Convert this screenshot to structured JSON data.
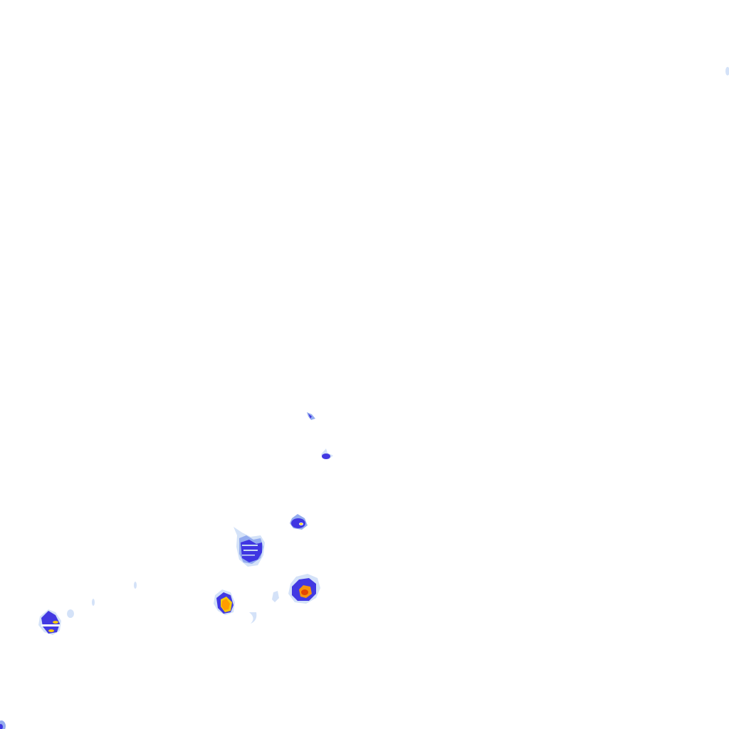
{
  "map": {
    "kind": "precipitation-radar-overlay",
    "background_color": "#ffffff",
    "color_scale": {
      "very_light": "#c6d8f5",
      "light": "#8fa8ee",
      "moderate": "#3a2fe0",
      "heavy": "#1e10c8",
      "very_heavy": "#ff9a00",
      "intense": "#ffd200",
      "extreme": "#e04000"
    },
    "cells": [
      {
        "id": "cell-top-right-edge",
        "intensity": "very_light"
      },
      {
        "id": "cell-north-small",
        "intensity": "light"
      },
      {
        "id": "cell-north-2",
        "intensity": "moderate"
      },
      {
        "id": "cell-center-small",
        "intensity": "moderate"
      },
      {
        "id": "cell-center-cluster",
        "intensity": "moderate"
      },
      {
        "id": "cell-east-storm",
        "intensity": "very_heavy"
      },
      {
        "id": "cell-south-storm",
        "intensity": "very_heavy"
      },
      {
        "id": "cell-west-storm",
        "intensity": "moderate"
      },
      {
        "id": "cell-bottom-left-corner",
        "intensity": "moderate"
      }
    ]
  }
}
